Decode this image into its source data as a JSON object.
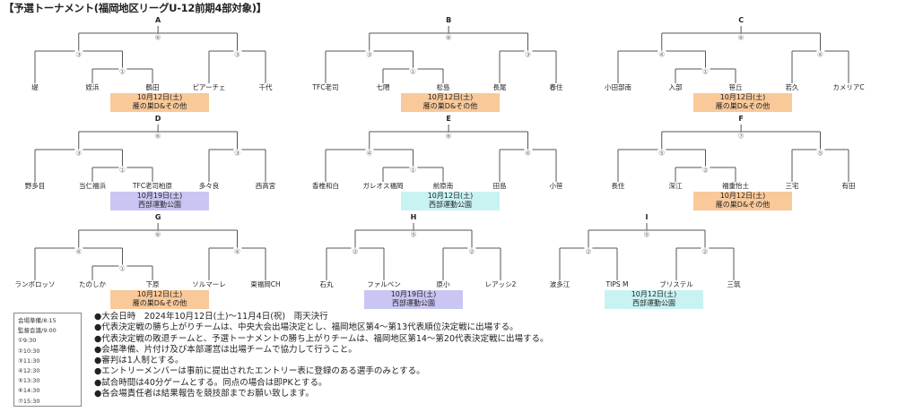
{
  "title": "【予選トーナメント(福岡地区リーグU-12前期4部対象)】",
  "colors": {
    "orange": "#f9c99a",
    "purple": "#c9c6f3",
    "cyan": "#c9f3f3",
    "line": "#555555"
  },
  "brackets": [
    {
      "label": "A",
      "teams": [
        "堤",
        "姪浜",
        "鶴田",
        "ピアーチェ",
        "千代"
      ],
      "rounds": {
        "top": "⑥",
        "left": "③",
        "right": "③",
        "inner": "①"
      },
      "venue": {
        "date": "10月12日(土)",
        "place": "雁の巣D&その他",
        "color": "orange"
      }
    },
    {
      "label": "B",
      "teams": [
        "TFC老司",
        "七隈",
        "松島",
        "長尾",
        "春住"
      ],
      "rounds": {
        "top": "⑥",
        "left": "③",
        "right": "③",
        "inner": "①"
      },
      "venue": {
        "date": "10月12日(土)",
        "place": "雁の巣D&その他",
        "color": "orange"
      }
    },
    {
      "label": "C",
      "teams": [
        "小田部南",
        "入部",
        "笹丘",
        "若久",
        "カメリアC"
      ],
      "rounds": {
        "top": "⑥",
        "left": "④",
        "right": "④",
        "inner": "①"
      },
      "venue": {
        "date": "10月12日(土)",
        "place": "雁の巣D&その他",
        "color": "orange"
      }
    },
    {
      "label": "D",
      "teams": [
        "野多目",
        "当仁福浜",
        "TFC老司柏原",
        "多々良",
        "西高宮"
      ],
      "rounds": {
        "top": "⑥",
        "left": "③",
        "right": "③",
        "inner": "①"
      },
      "venue": {
        "date": "10月19日(土)",
        "place": "西部運動公園",
        "color": "purple"
      }
    },
    {
      "label": "E",
      "teams": [
        "香椎和白",
        "ガレオス福岡",
        "前原南",
        "田島",
        "小笹"
      ],
      "rounds": {
        "top": "⑥",
        "left": "④",
        "right": "④",
        "inner": "①"
      },
      "venue": {
        "date": "10月12日(土)",
        "place": "西部運動公園",
        "color": "cyan"
      }
    },
    {
      "label": "F",
      "teams": [
        "長住",
        "深江",
        "福重怡土",
        "三宅",
        "有田"
      ],
      "rounds": {
        "top": "⑦",
        "left": "⑤",
        "right": "⑤",
        "inner": "②"
      },
      "venue": {
        "date": "10月12日(土)",
        "place": "雁の巣D&その他",
        "color": "orange"
      }
    },
    {
      "label": "G",
      "teams": [
        "ランボロッソ",
        "たのしか",
        "下原",
        "ソルマーレ",
        "東福岡CH"
      ],
      "rounds": {
        "top": "⑥",
        "left": "④",
        "right": "④",
        "inner": "①"
      },
      "venue": {
        "date": "10月12日(土)",
        "place": "雁の巣D&その他",
        "color": "orange"
      }
    },
    {
      "label": "H",
      "teams": [
        "石丸",
        "ファルベン",
        "原小",
        "レアッシ2"
      ],
      "rounds": {
        "top": "⑤",
        "left": "②",
        "right": "②"
      },
      "venue": {
        "date": "10月19日(土)",
        "place": "西部運動公園",
        "color": "purple"
      }
    },
    {
      "label": "I",
      "teams": [
        "波多江",
        "TIPS M",
        "ブリステル",
        "三筑"
      ],
      "rounds": {
        "top": "⑤",
        "left": "②",
        "right": "②"
      },
      "venue": {
        "date": "10月12日(土)",
        "place": "西部運動公園",
        "color": "cyan"
      }
    }
  ],
  "schedule": [
    "会場準備/8:15",
    "監督会議/9:00",
    "①9:30",
    "②10:30",
    "③11:30",
    "④12:30",
    "⑤13:30",
    "⑥14:30",
    "⑦15:30"
  ],
  "notes": [
    "●大会日時　2024年10月12日(土)～11月4日(祝)　雨天決行",
    "●代表決定戦の勝ち上がりチームは、中央大会出場決定とし、福岡地区第4～第13代表順位決定戦に出場する。",
    "●代表決定戦の敗退チームと、予選トーナメントの勝ち上がりチームは、福岡地区第14～第20代表決定戦に出場する。",
    "●会場準備、片付け及び本部運営は出場チームで協力して行うこと。",
    "●審判は1人制とする。",
    "●エントリーメンバーは事前に提出されたエントリー表に登録のある選手のみとする。",
    "●試合時間は40分ゲームとする。同点の場合は即PKとする。",
    "●各会場責任者は結果報告を競技部までお願い致します。"
  ]
}
